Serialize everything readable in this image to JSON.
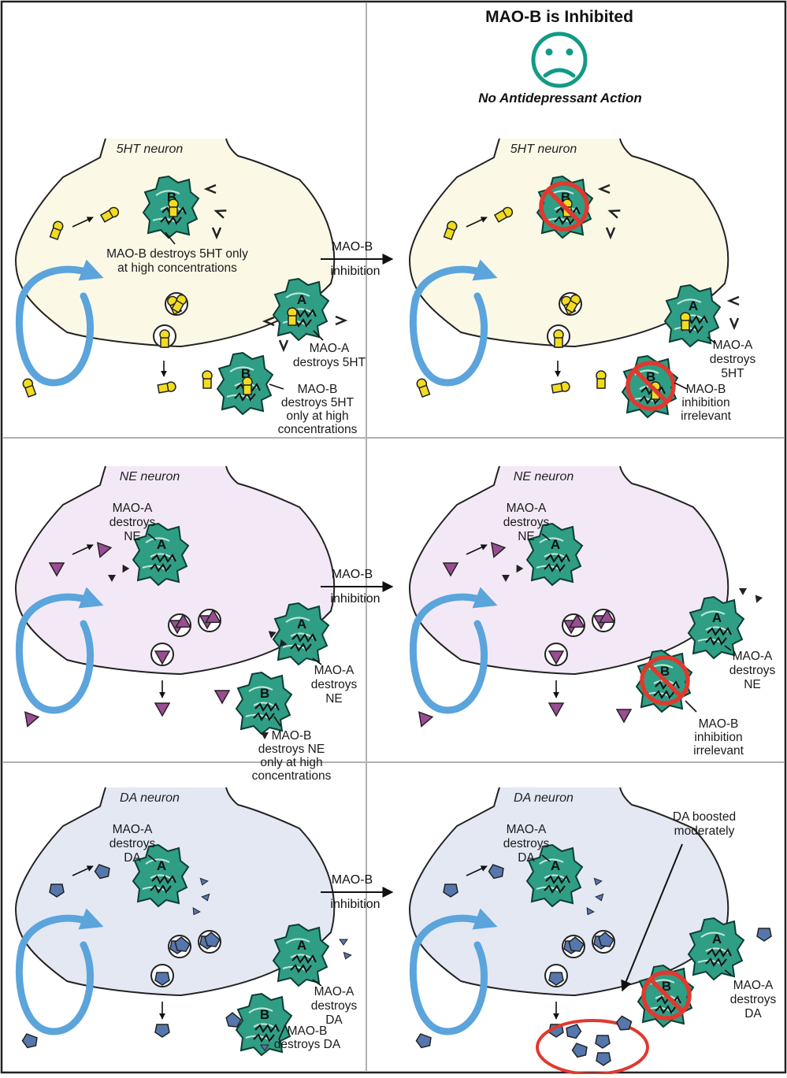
{
  "header": {
    "title": "MAO-B is Inhibited",
    "subtitle": "No Antidepressant Action",
    "face_color": "#139a86"
  },
  "colors": {
    "frame": "#222222",
    "divider": "#b0b0b0",
    "ht_fill": "#fbf8e6",
    "ne_fill": "#f3e9f6",
    "da_fill": "#e3e8f3",
    "cycle": "#5ba4dc",
    "enzyme": "#2f9e85",
    "enzyme_dark": "#0f6a55",
    "ht_molecule": "#f2dc21",
    "ne_molecule": "#9a4d94",
    "da_molecule": "#5677ae",
    "inhibit": "#e0392f"
  },
  "arrow_label": {
    "line1": "MAO-B",
    "line2": "inhibition"
  },
  "rows": [
    {
      "neuron": "5HT neuron",
      "left": {
        "top_note": [
          "MAO-B destroys 5HT only",
          "at high concentrations"
        ],
        "enzyme_a_note": [
          "MAO-A",
          "destroys 5HT"
        ],
        "enzyme_b_note": [
          "MAO-B",
          "destroys 5HT",
          "only at high",
          "concentrations"
        ]
      },
      "right": {
        "enzyme_a_note": [
          "MAO-A",
          "destroys",
          "5HT"
        ],
        "enzyme_b_note": [
          "MAO-B",
          "inhibition",
          "irrelevant"
        ]
      }
    },
    {
      "neuron": "NE neuron",
      "left": {
        "top_note": [
          "MAO-A",
          "destroys",
          "NE"
        ],
        "enzyme_a_note": [
          "MAO-A",
          "destroys",
          "NE"
        ],
        "enzyme_b_note": [
          "MAO-B",
          "destroys NE",
          "only at high",
          "concentrations"
        ]
      },
      "right": {
        "top_note": [
          "MAO-A",
          "destroys",
          "NE"
        ],
        "enzyme_a_note": [
          "MAO-A",
          "destroys",
          "NE"
        ],
        "enzyme_b_note": [
          "MAO-B",
          "inhibition",
          "irrelevant"
        ]
      }
    },
    {
      "neuron": "DA neuron",
      "left": {
        "top_note": [
          "MAO-A",
          "destroys",
          "DA"
        ],
        "enzyme_a_note": [
          "MAO-A",
          "destroys",
          "DA"
        ],
        "enzyme_b_note": [
          "MAO-B",
          "destroys DA"
        ]
      },
      "right": {
        "top_note": [
          "MAO-A",
          "destroys",
          "DA"
        ],
        "boost_note": [
          "DA boosted",
          "moderately"
        ],
        "enzyme_a_note": [
          "MAO-A",
          "destroys",
          "DA"
        ]
      }
    }
  ],
  "enzyme_letters": {
    "a": "A",
    "b": "B"
  }
}
